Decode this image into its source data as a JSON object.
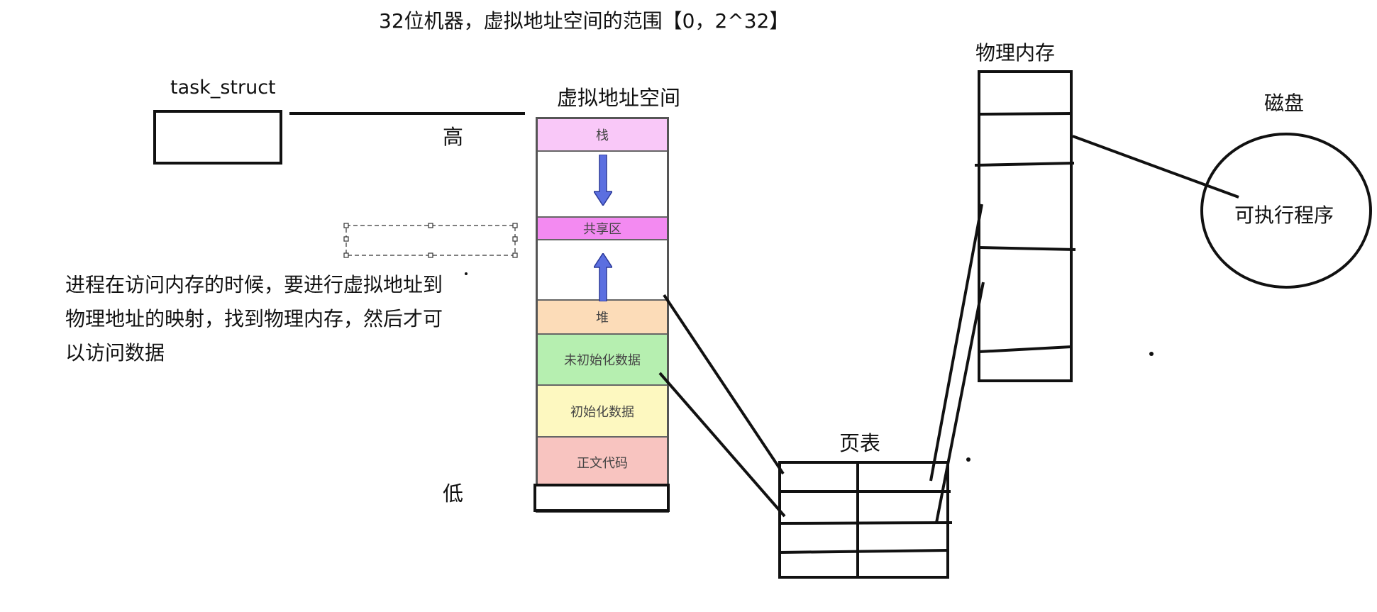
{
  "title": "32位机器，虚拟地址空间的范围【0，2^32】",
  "task_struct": {
    "label": "task_struct"
  },
  "virtual_space": {
    "label": "虚拟地址空间",
    "high_label": "高",
    "low_label": "低",
    "segments": {
      "stack": "栈",
      "shared": "共享区",
      "heap": "堆",
      "bss": "未初始化数据",
      "data": "初始化数据",
      "text": "正文代码"
    },
    "colors": {
      "stack": "#f9c8f8",
      "shared": "#f38af1",
      "heap": "#fcdcb8",
      "bss": "#b6efb0",
      "data": "#fdf8c0",
      "text": "#f8c4c0",
      "arrow": "#5b6fe0"
    }
  },
  "note": {
    "line1": "进程在访问内存的时候，要进行虚拟地址到",
    "line2": "物理地址的映射，找到物理内存，然后才可",
    "line3": "以访问数据"
  },
  "page_table": {
    "label": "页表"
  },
  "physical_memory": {
    "label": "物理内存"
  },
  "disk": {
    "label": "磁盘",
    "content": "可执行程序"
  }
}
